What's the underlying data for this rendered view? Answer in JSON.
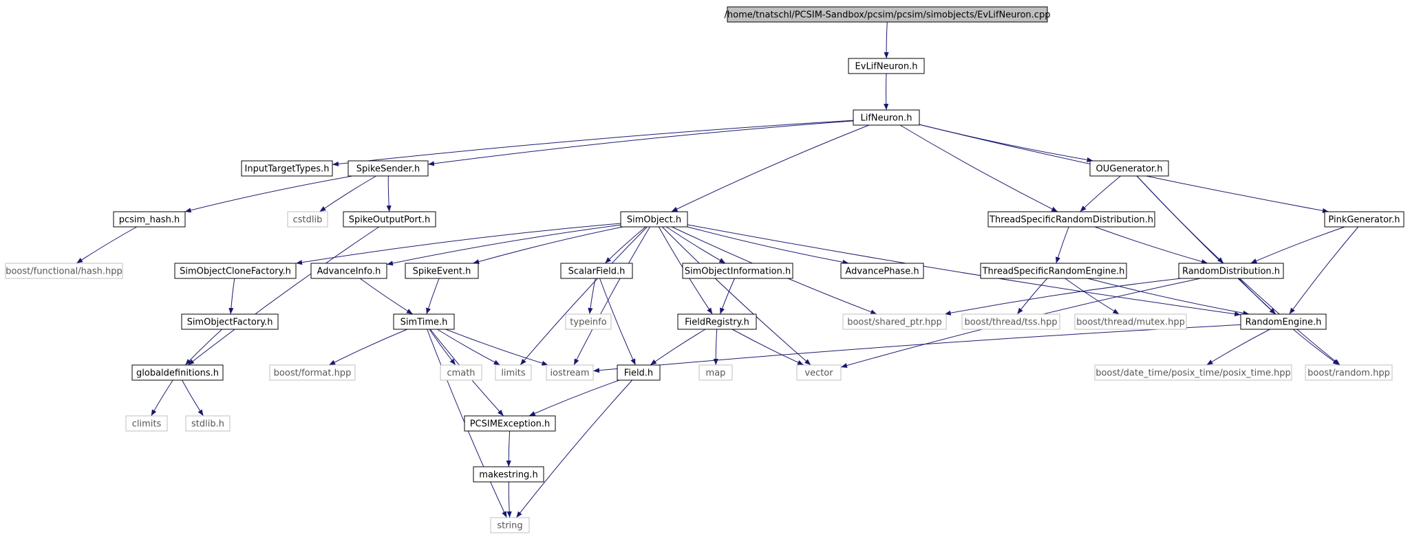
{
  "colors": {
    "edge": "#191970",
    "root_fill": "#bfbfbf",
    "node_border": "#000000",
    "system_border": "#bfbfbf",
    "system_text": "#555555",
    "text": "#000000"
  },
  "nodes": [
    {
      "id": "root",
      "label": "/home/tnatschl/PCSIM-Sandbox/pcsim/pcsim/simobjects/EvLifNeuron.cpp",
      "kind": "root"
    },
    {
      "id": "evlifneuron",
      "label": "EvLifNeuron.h",
      "kind": "local"
    },
    {
      "id": "lifneuron",
      "label": "LifNeuron.h",
      "kind": "local"
    },
    {
      "id": "inputtargettypes",
      "label": "InputTargetTypes.h",
      "kind": "local"
    },
    {
      "id": "spikesender",
      "label": "SpikeSender.h",
      "kind": "local"
    },
    {
      "id": "ougenerator",
      "label": "OUGenerator.h",
      "kind": "local"
    },
    {
      "id": "pcsimhash",
      "label": "pcsim_hash.h",
      "kind": "local"
    },
    {
      "id": "cstdlib",
      "label": "cstdlib",
      "kind": "system"
    },
    {
      "id": "spikeoutputport",
      "label": "SpikeOutputPort.h",
      "kind": "local"
    },
    {
      "id": "simobject",
      "label": "SimObject.h",
      "kind": "local"
    },
    {
      "id": "tsrd",
      "label": "ThreadSpecificRandomDistribution.h",
      "kind": "local"
    },
    {
      "id": "pinkgenerator",
      "label": "PinkGenerator.h",
      "kind": "local"
    },
    {
      "id": "boosthash",
      "label": "boost/functional/hash.hpp",
      "kind": "system"
    },
    {
      "id": "simobjectclonefactory",
      "label": "SimObjectCloneFactory.h",
      "kind": "local"
    },
    {
      "id": "advanceinfo",
      "label": "AdvanceInfo.h",
      "kind": "local"
    },
    {
      "id": "spikeevent",
      "label": "SpikeEvent.h",
      "kind": "local"
    },
    {
      "id": "scalarfield",
      "label": "ScalarField.h",
      "kind": "local"
    },
    {
      "id": "simobjectinformation",
      "label": "SimObjectInformation.h",
      "kind": "local"
    },
    {
      "id": "advancephase",
      "label": "AdvancePhase.h",
      "kind": "local"
    },
    {
      "id": "tsre",
      "label": "ThreadSpecificRandomEngine.h",
      "kind": "local"
    },
    {
      "id": "randomdistribution",
      "label": "RandomDistribution.h",
      "kind": "local"
    },
    {
      "id": "simobjectfactory",
      "label": "SimObjectFactory.h",
      "kind": "local"
    },
    {
      "id": "simtime",
      "label": "SimTime.h",
      "kind": "local"
    },
    {
      "id": "typeinfo",
      "label": "typeinfo",
      "kind": "system"
    },
    {
      "id": "fieldregistry",
      "label": "FieldRegistry.h",
      "kind": "local"
    },
    {
      "id": "sharedptr",
      "label": "boost/shared_ptr.hpp",
      "kind": "system"
    },
    {
      "id": "tss",
      "label": "boost/thread/tss.hpp",
      "kind": "system"
    },
    {
      "id": "mutex",
      "label": "boost/thread/mutex.hpp",
      "kind": "system"
    },
    {
      "id": "randomengine",
      "label": "RandomEngine.h",
      "kind": "local"
    },
    {
      "id": "globaldefinitions",
      "label": "globaldefinitions.h",
      "kind": "local"
    },
    {
      "id": "boostformat",
      "label": "boost/format.hpp",
      "kind": "system"
    },
    {
      "id": "cmath",
      "label": "cmath",
      "kind": "system"
    },
    {
      "id": "limits",
      "label": "limits",
      "kind": "system"
    },
    {
      "id": "iostream",
      "label": "iostream",
      "kind": "system"
    },
    {
      "id": "field",
      "label": "Field.h",
      "kind": "local"
    },
    {
      "id": "map",
      "label": "map",
      "kind": "system"
    },
    {
      "id": "vector",
      "label": "vector",
      "kind": "system"
    },
    {
      "id": "posixtime",
      "label": "boost/date_time/posix_time/posix_time.hpp",
      "kind": "system"
    },
    {
      "id": "boostrandom",
      "label": "boost/random.hpp",
      "kind": "system"
    },
    {
      "id": "climits",
      "label": "climits",
      "kind": "system"
    },
    {
      "id": "stdlibh",
      "label": "stdlib.h",
      "kind": "system"
    },
    {
      "id": "pcsimexception",
      "label": "PCSIMException.h",
      "kind": "local"
    },
    {
      "id": "makestring",
      "label": "makestring.h",
      "kind": "local"
    },
    {
      "id": "string",
      "label": "string",
      "kind": "system"
    }
  ],
  "edges": [
    [
      "root",
      "evlifneuron"
    ],
    [
      "evlifneuron",
      "lifneuron"
    ],
    [
      "lifneuron",
      "inputtargettypes"
    ],
    [
      "lifneuron",
      "spikesender"
    ],
    [
      "lifneuron",
      "simobject"
    ],
    [
      "lifneuron",
      "tsrd"
    ],
    [
      "lifneuron",
      "ougenerator"
    ],
    [
      "lifneuron",
      "pinkgenerator"
    ],
    [
      "spikesender",
      "pcsimhash"
    ],
    [
      "spikesender",
      "cstdlib"
    ],
    [
      "spikesender",
      "spikeoutputport"
    ],
    [
      "pcsimhash",
      "boosthash"
    ],
    [
      "spikeoutputport",
      "globaldefinitions"
    ],
    [
      "simobject",
      "simobjectclonefactory"
    ],
    [
      "simobject",
      "advanceinfo"
    ],
    [
      "simobject",
      "spikeevent"
    ],
    [
      "simobject",
      "scalarfield"
    ],
    [
      "simobject",
      "simobjectinformation"
    ],
    [
      "simobject",
      "advancephase"
    ],
    [
      "simobject",
      "fieldregistry"
    ],
    [
      "simobject",
      "sharedptr"
    ],
    [
      "simobject",
      "randomengine"
    ],
    [
      "simobject",
      "limits"
    ],
    [
      "simobject",
      "iostream"
    ],
    [
      "simobject",
      "vector"
    ],
    [
      "ougenerator",
      "tsrd"
    ],
    [
      "ougenerator",
      "randomdistribution"
    ],
    [
      "ougenerator",
      "randomengine"
    ],
    [
      "tsrd",
      "tsre"
    ],
    [
      "tsrd",
      "randomdistribution"
    ],
    [
      "pinkgenerator",
      "randomdistribution"
    ],
    [
      "pinkgenerator",
      "randomengine"
    ],
    [
      "simobjectclonefactory",
      "simobjectfactory"
    ],
    [
      "simobjectfactory",
      "globaldefinitions"
    ],
    [
      "advanceinfo",
      "simtime"
    ],
    [
      "spikeevent",
      "simtime"
    ],
    [
      "scalarfield",
      "typeinfo"
    ],
    [
      "scalarfield",
      "field"
    ],
    [
      "simobjectinformation",
      "fieldregistry"
    ],
    [
      "tsre",
      "tss"
    ],
    [
      "tsre",
      "mutex"
    ],
    [
      "tsre",
      "randomengine"
    ],
    [
      "randomdistribution",
      "sharedptr"
    ],
    [
      "randomdistribution",
      "randomengine"
    ],
    [
      "randomdistribution",
      "boostrandom"
    ],
    [
      "randomdistribution",
      "vector"
    ],
    [
      "randomengine",
      "iostream"
    ],
    [
      "randomengine",
      "posixtime"
    ],
    [
      "randomengine",
      "boostrandom"
    ],
    [
      "globaldefinitions",
      "climits"
    ],
    [
      "globaldefinitions",
      "stdlibh"
    ],
    [
      "simtime",
      "boostformat"
    ],
    [
      "simtime",
      "cmath"
    ],
    [
      "simtime",
      "limits"
    ],
    [
      "simtime",
      "iostream"
    ],
    [
      "simtime",
      "pcsimexception"
    ],
    [
      "simtime",
      "string"
    ],
    [
      "fieldregistry",
      "field"
    ],
    [
      "fieldregistry",
      "map"
    ],
    [
      "fieldregistry",
      "vector"
    ],
    [
      "field",
      "pcsimexception"
    ],
    [
      "field",
      "string"
    ],
    [
      "pcsimexception",
      "makestring"
    ],
    [
      "makestring",
      "string"
    ]
  ]
}
